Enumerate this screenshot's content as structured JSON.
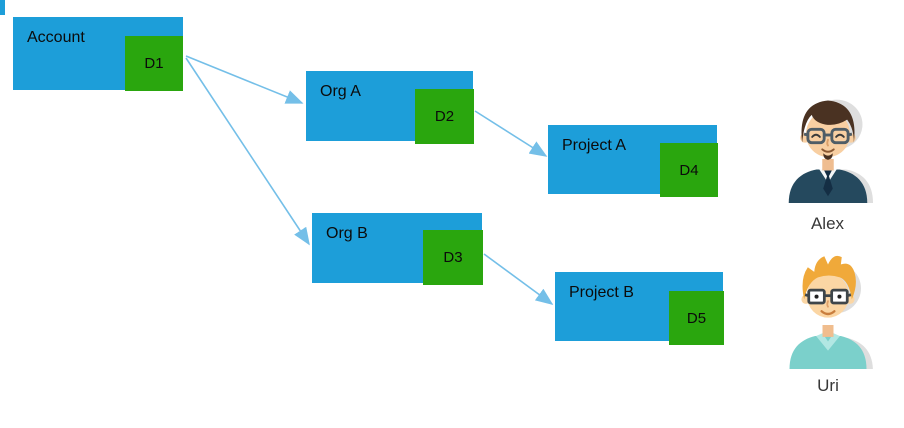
{
  "diagram": {
    "nodes": [
      {
        "id": "account",
        "label": "Account",
        "badge": "D1"
      },
      {
        "id": "org-a",
        "label": "Org A",
        "badge": "D2"
      },
      {
        "id": "project-a",
        "label": "Project A",
        "badge": "D4"
      },
      {
        "id": "org-b",
        "label": "Org B",
        "badge": "D3"
      },
      {
        "id": "project-b",
        "label": "Project B",
        "badge": "D5"
      }
    ],
    "edges": [
      {
        "from": "D1",
        "to": "Org A"
      },
      {
        "from": "D1",
        "to": "Org B"
      },
      {
        "from": "D2",
        "to": "Project A"
      },
      {
        "from": "D3",
        "to": "Project B"
      }
    ],
    "users": [
      {
        "name": "Alex"
      },
      {
        "name": "Uri"
      }
    ],
    "colors": {
      "node_blue": "#1d9ed9",
      "badge_green": "#2aa60e",
      "arrow_blue": "#74bfe8",
      "label_text": "#0b0b0b",
      "avatar_shadow": "#dedede"
    }
  }
}
